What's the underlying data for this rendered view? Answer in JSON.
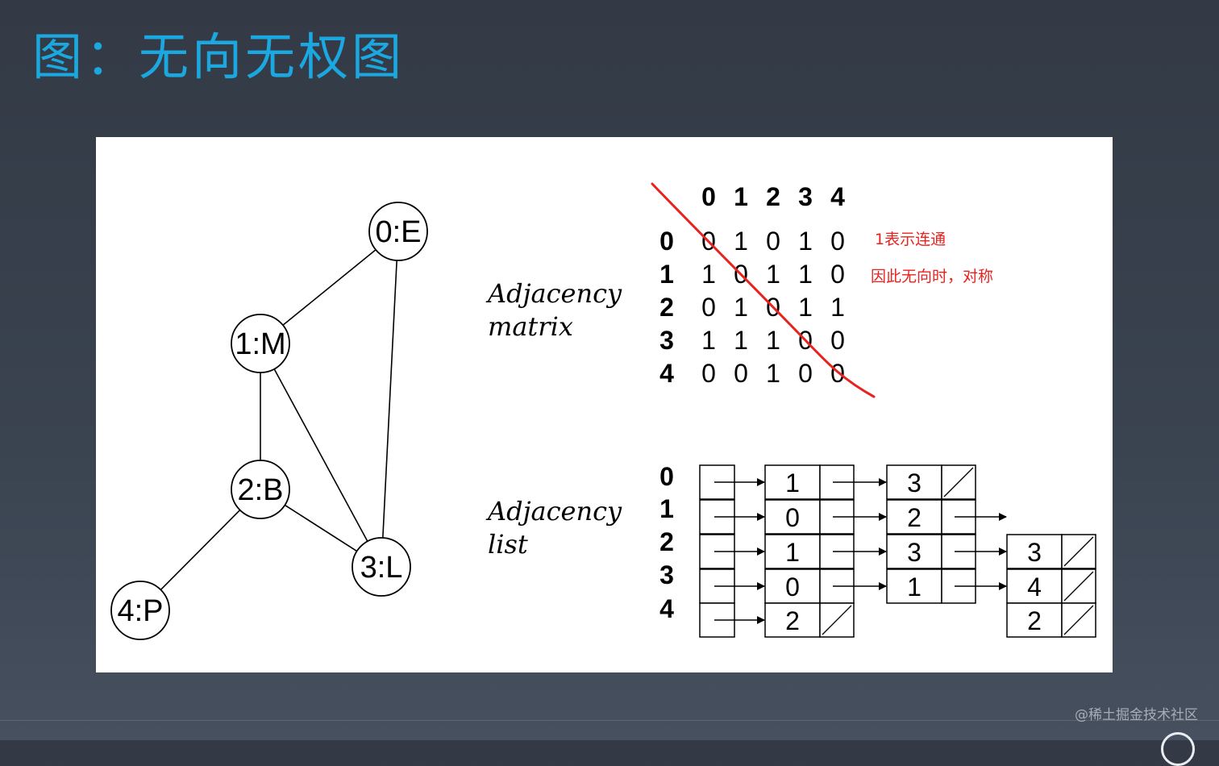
{
  "slide": {
    "title": "图：无向无权图",
    "watermark": "@稀土掘金技术社区"
  },
  "graph": {
    "nodes": [
      {
        "id": 0,
        "label": "0:E"
      },
      {
        "id": 1,
        "label": "1:M"
      },
      {
        "id": 2,
        "label": "2:B"
      },
      {
        "id": 3,
        "label": "3:L"
      },
      {
        "id": 4,
        "label": "4:P"
      }
    ],
    "edges": [
      [
        0,
        1
      ],
      [
        0,
        3
      ],
      [
        1,
        2
      ],
      [
        1,
        3
      ],
      [
        2,
        3
      ],
      [
        2,
        4
      ]
    ]
  },
  "matrix": {
    "label_line1": "Adjacency",
    "label_line2": "matrix",
    "column_headers": [
      "0",
      "1",
      "2",
      "3",
      "4"
    ],
    "row_headers": [
      "0",
      "1",
      "2",
      "3",
      "4"
    ],
    "cells": [
      [
        "0",
        "1",
        "0",
        "1",
        "0"
      ],
      [
        "1",
        "0",
        "1",
        "1",
        "0"
      ],
      [
        "0",
        "1",
        "0",
        "1",
        "1"
      ],
      [
        "1",
        "1",
        "1",
        "0",
        "0"
      ],
      [
        "0",
        "0",
        "1",
        "0",
        "0"
      ]
    ],
    "annotations": [
      "1表示连通",
      "因此无向时，对称"
    ],
    "annotation_color": "#e8231f"
  },
  "adj_list": {
    "label_line1": "Adjacency",
    "label_line2": "list",
    "row_headers": [
      "0",
      "1",
      "2",
      "3",
      "4"
    ],
    "rows": [
      [
        "1",
        "3"
      ],
      [
        "0",
        "2",
        "3"
      ],
      [
        "1",
        "3",
        "4"
      ],
      [
        "0",
        "1",
        "2"
      ],
      [
        "2"
      ]
    ]
  }
}
